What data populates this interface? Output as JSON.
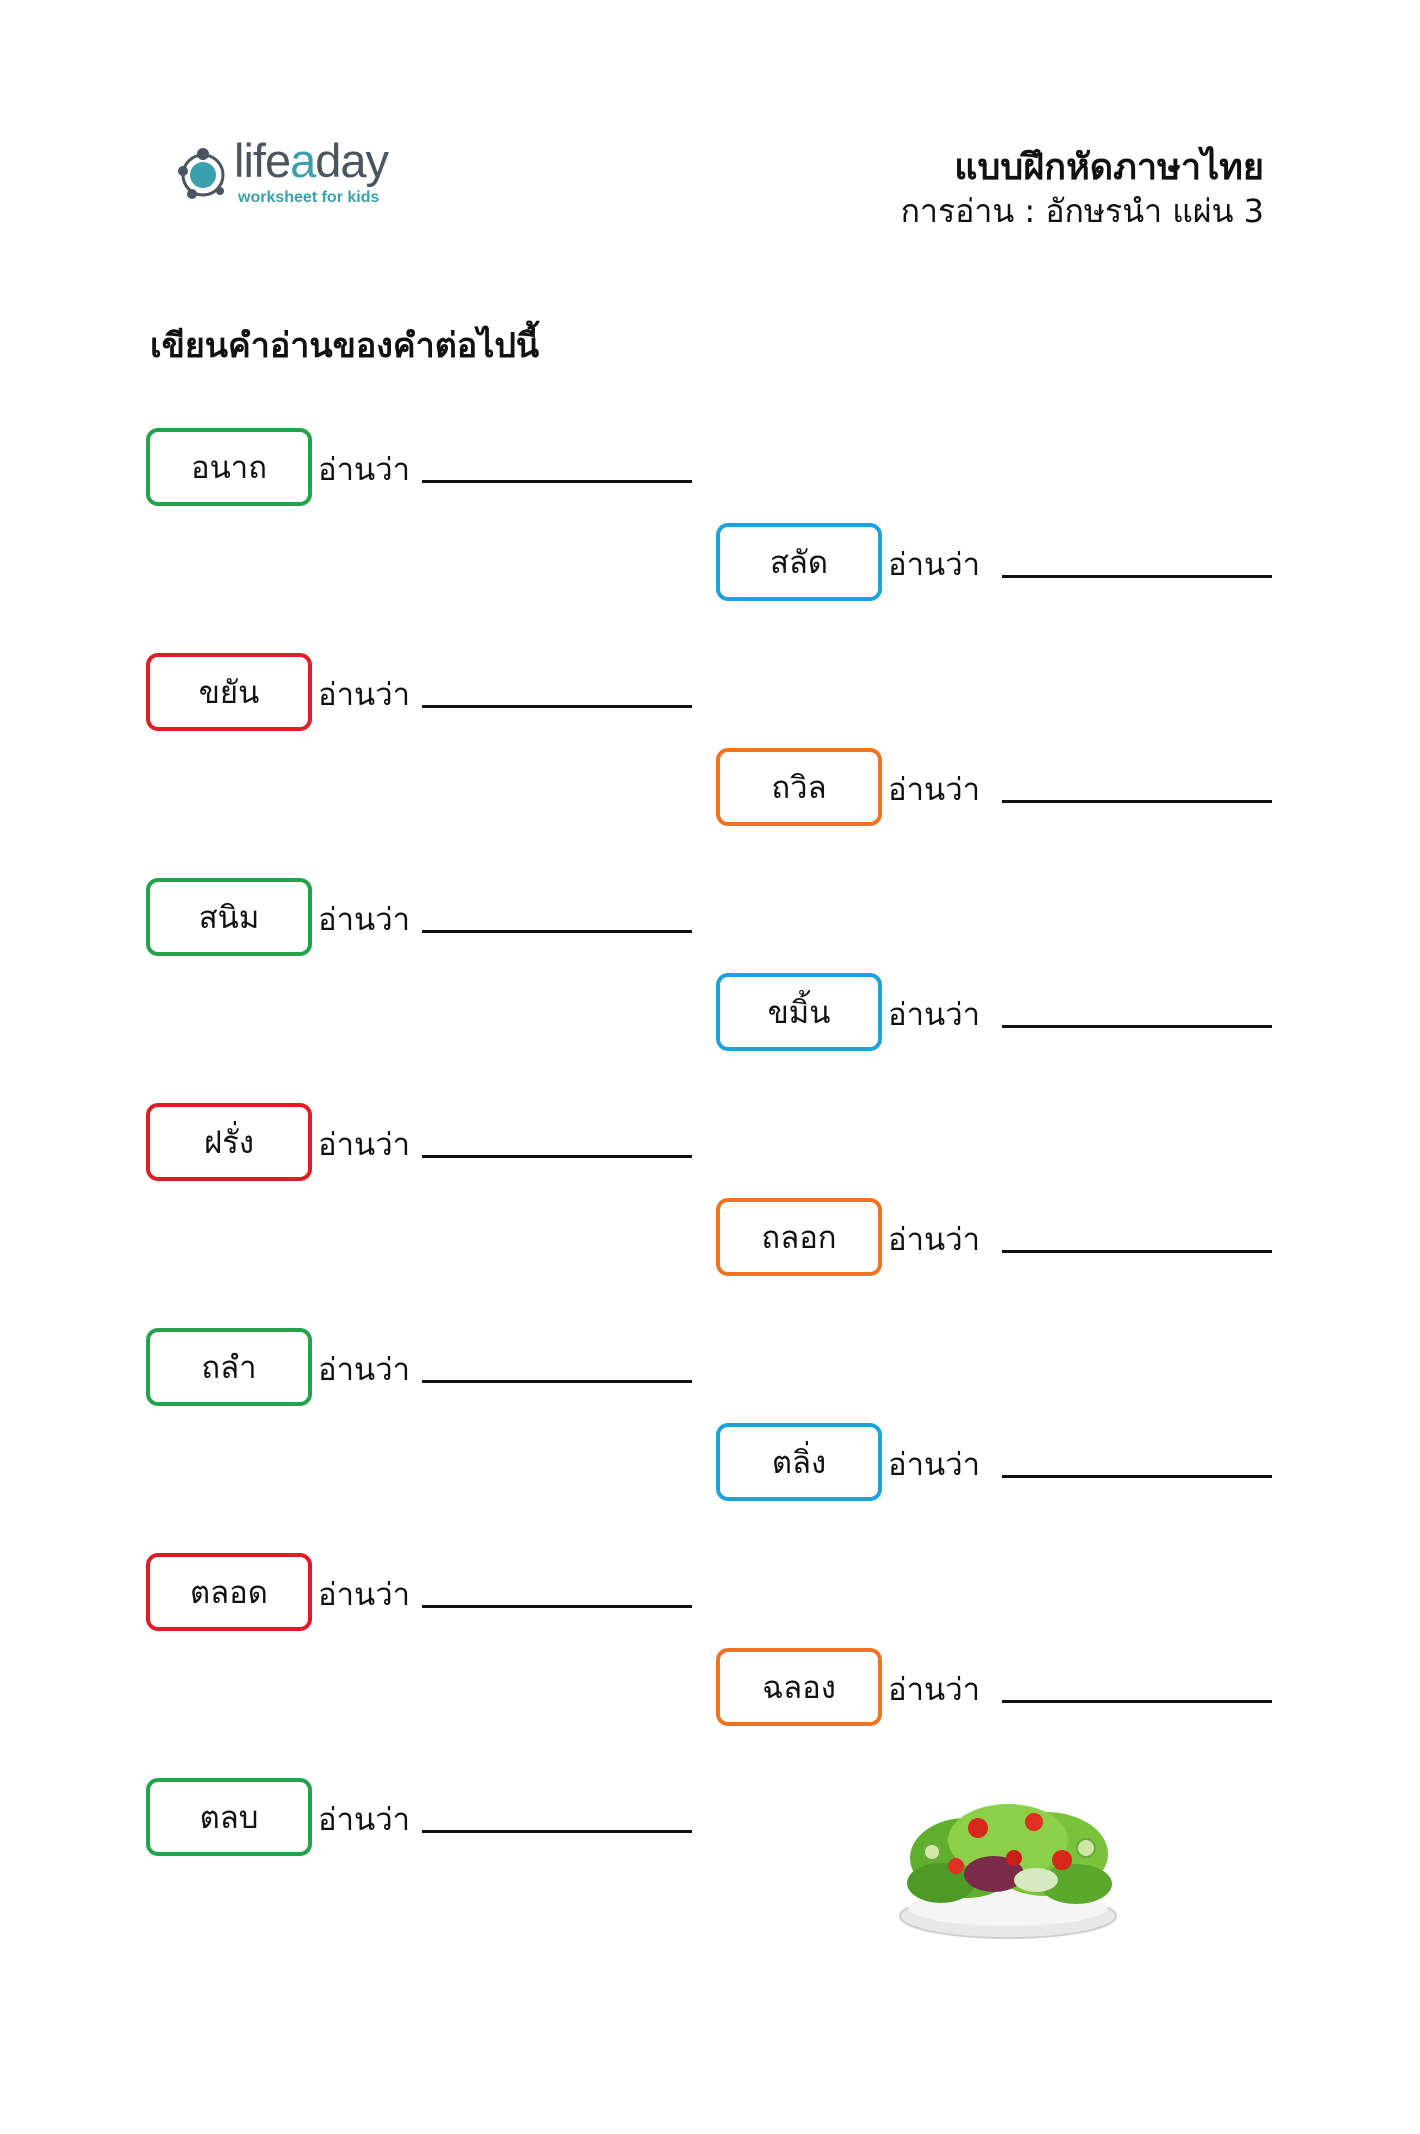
{
  "logo": {
    "name_part1": "life",
    "name_part2": "a",
    "name_part3": "day",
    "tagline": "worksheet for kids"
  },
  "header": {
    "title": "แบบฝึกหัดภาษาไทย",
    "subtitle": "การอ่าน : อักษรนำ แผ่น 3"
  },
  "instruction": "เขียนคำอ่านของคำต่อไปนี้",
  "read_label": "อ่านว่า",
  "items": [
    {
      "word": "อนาถ",
      "color": "#22a24a"
    },
    {
      "word": "สลัด",
      "color": "#1ea2db"
    },
    {
      "word": "ขยัน",
      "color": "#e01c24"
    },
    {
      "word": "ถวิล",
      "color": "#f07322"
    },
    {
      "word": "สนิม",
      "color": "#22a24a"
    },
    {
      "word": "ขมิ้น",
      "color": "#1ea2db"
    },
    {
      "word": "ฝรั่ง",
      "color": "#e01c24"
    },
    {
      "word": "ถลอก",
      "color": "#f07322"
    },
    {
      "word": "ถลำ",
      "color": "#22a24a"
    },
    {
      "word": "ตลิ่ง",
      "color": "#1ea2db"
    },
    {
      "word": "ตลอด",
      "color": "#e01c24"
    },
    {
      "word": "ฉลอง",
      "color": "#f07322"
    },
    {
      "word": "ตลบ",
      "color": "#22a24a"
    }
  ],
  "illustration": "salad-bowl-image"
}
